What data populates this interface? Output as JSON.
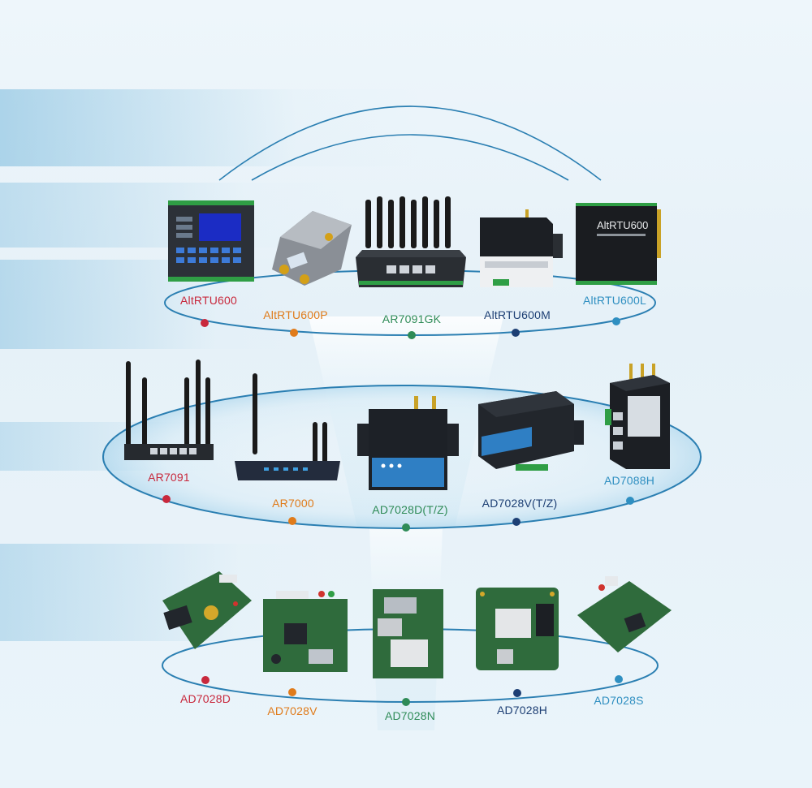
{
  "colors": {
    "red": "#c8283c",
    "orange": "#e07b1a",
    "green": "#2e8b57",
    "navy": "#1d3f74",
    "sky": "#2f8fc1",
    "ring": "#2b7fb2"
  },
  "tiers": [
    {
      "name": "top",
      "products": [
        {
          "label": "AltRTU600",
          "color": "red"
        },
        {
          "label": "AltRTU600P",
          "color": "orange"
        },
        {
          "label": "AR7091GK",
          "color": "green"
        },
        {
          "label": "AltRTU600M",
          "color": "navy"
        },
        {
          "label": "AltRTU600L",
          "color": "sky"
        }
      ]
    },
    {
      "name": "middle",
      "products": [
        {
          "label": "AR7091",
          "color": "red"
        },
        {
          "label": "AR7000",
          "color": "orange"
        },
        {
          "label": "AD7028D(T/Z)",
          "color": "green"
        },
        {
          "label": "AD7028V(T/Z)",
          "color": "navy"
        },
        {
          "label": "AD7088H",
          "color": "sky"
        }
      ]
    },
    {
      "name": "bottom",
      "products": [
        {
          "label": "AD7028D",
          "color": "red"
        },
        {
          "label": "AD7028V",
          "color": "orange"
        },
        {
          "label": "AD7028N",
          "color": "green"
        },
        {
          "label": "AD7028H",
          "color": "navy"
        },
        {
          "label": "AD7028S",
          "color": "sky"
        }
      ]
    }
  ],
  "device_screen_text": {
    "altrtu600l_title": "AltRTU600"
  }
}
